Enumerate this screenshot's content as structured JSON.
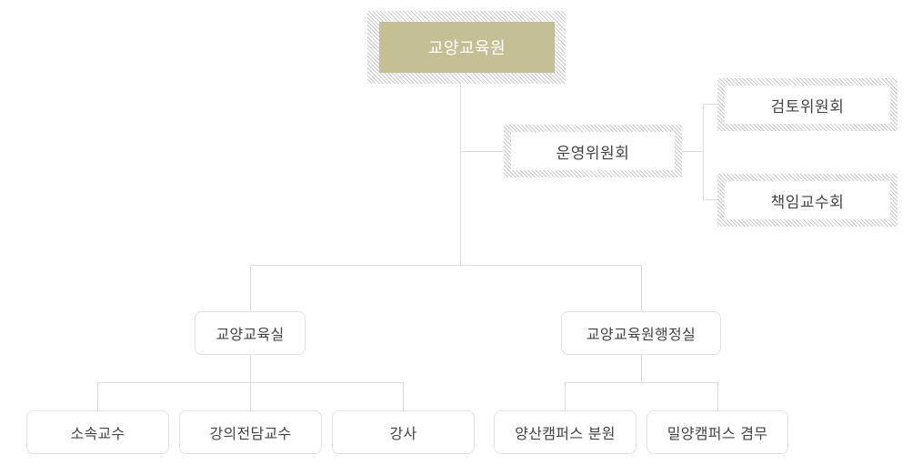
{
  "org_chart": {
    "root": {
      "label": "교양교육원",
      "fill_color": "#c4c094"
    },
    "committees": {
      "main": {
        "label": "운영위원회"
      },
      "sub": [
        {
          "label": "검토위원회"
        },
        {
          "label": "책임교수회"
        }
      ]
    },
    "divisions": [
      {
        "label": "교양교육실",
        "children": [
          {
            "label": "소속교수"
          },
          {
            "label": "강의전담교수"
          },
          {
            "label": "강사"
          }
        ]
      },
      {
        "label": "교양교육원행정실",
        "children": [
          {
            "label": "양산캠퍼스 분원"
          },
          {
            "label": "밀양캠퍼스 겸무"
          }
        ]
      }
    ]
  }
}
